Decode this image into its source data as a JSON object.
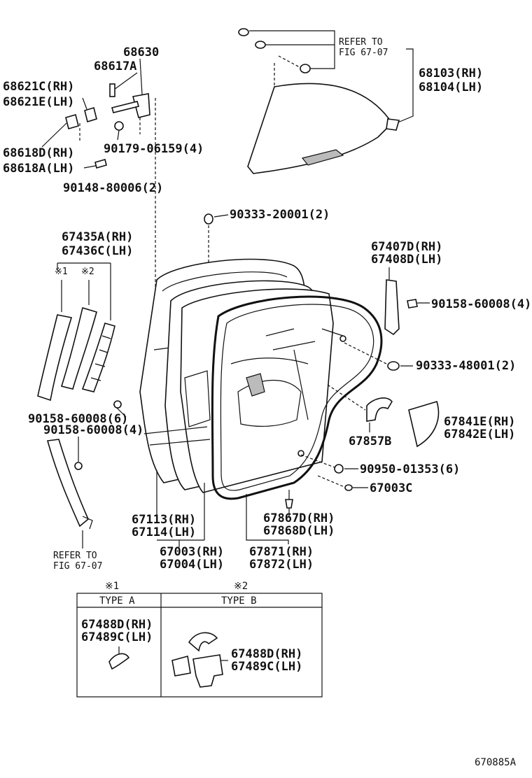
{
  "diagram_id": "670885A",
  "labels": {
    "p68630": "68630",
    "p68617A": "68617A",
    "p68621C": "68621C(RH)",
    "p68621E": "68621E(LH)",
    "p68618D": "68618D(RH)",
    "p68618A": "68618A(LH)",
    "p90179": "90179-06159(4)",
    "p90148": "90148-80006(2)",
    "refer_top_1": "REFER TO",
    "refer_top_2": "FIG 67-07",
    "p68103": "68103(RH)",
    "p68104": "68104(LH)",
    "p90333_20001": "90333-20001(2)",
    "p67435A": "67435A(RH)",
    "p67436C": "67436C(LH)",
    "mark1": "※1",
    "mark2": "※2",
    "p67407D": "67407D(RH)",
    "p67408D": "67408D(LH)",
    "p90158_rt": "90158-60008(4)",
    "p90333_48001": "90333-48001(2)",
    "p90158_6": "90158-60008(6)",
    "p90158_4": "90158-60008(4)",
    "p67841E": "67841E(RH)",
    "p67842E": "67842E(LH)",
    "p67857B": "67857B",
    "p90950": "90950-01353(6)",
    "p67003C": "67003C",
    "p67113": "67113(RH)",
    "p67114": "67114(LH)",
    "p67867D": "67867D(RH)",
    "p67868D": "67868D(LH)",
    "p67003": "67003(RH)",
    "p67004": "67004(LH)",
    "p67871": "67871(RH)",
    "p67872": "67872(LH)",
    "refer_bot_1": "REFER TO",
    "refer_bot_2": "FIG 67-07"
  },
  "table": {
    "mark1": "※1",
    "mark2": "※2",
    "type_a": "TYPE A",
    "type_b": "TYPE B",
    "a_rh": "67488D(RH)",
    "a_lh": "67489C(LH)",
    "b_rh": "67488D(RH)",
    "b_lh": "67489C(LH)"
  }
}
